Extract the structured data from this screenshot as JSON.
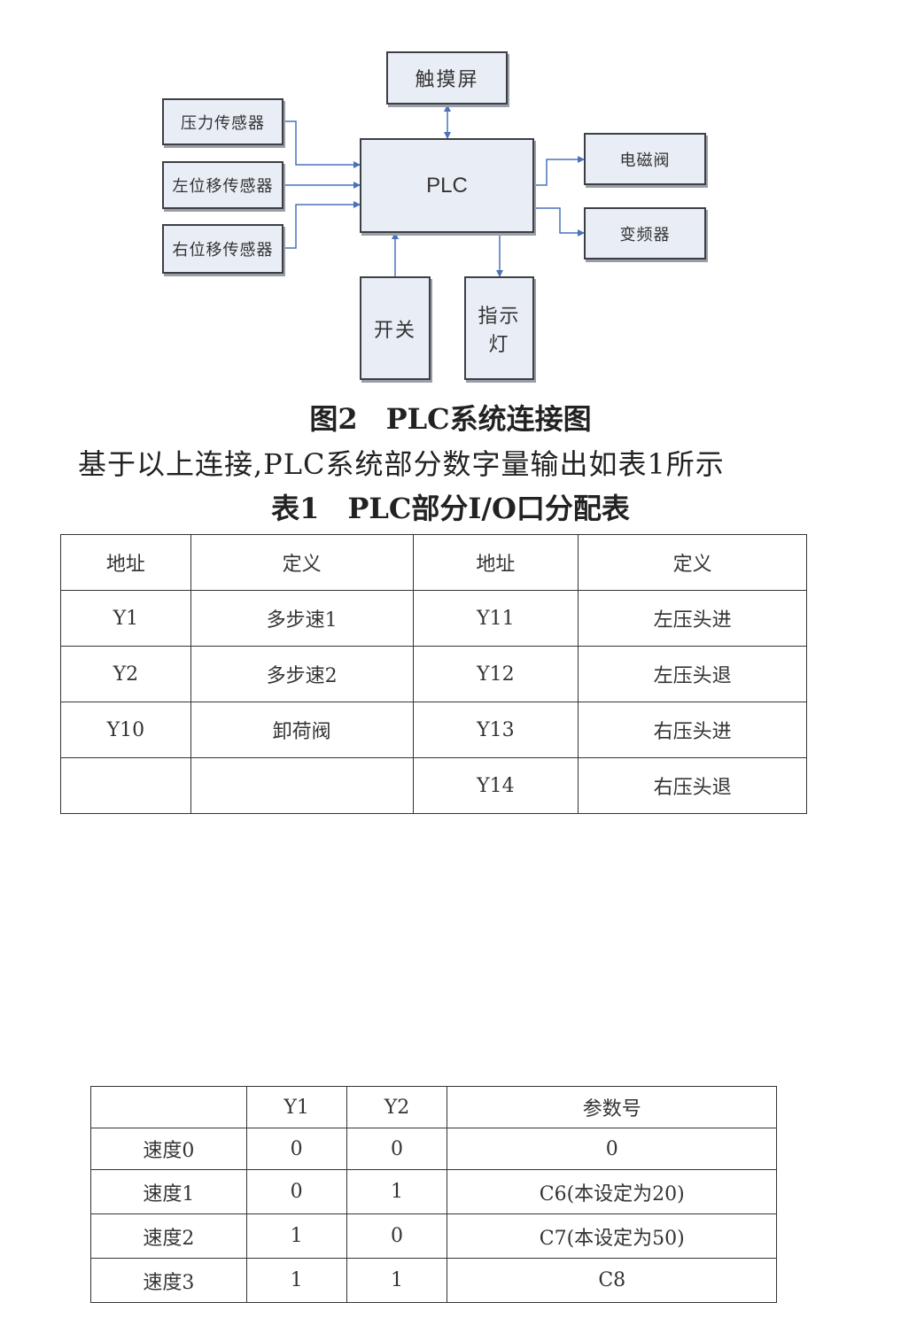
{
  "diagram": {
    "touchscreen": "触摸屏",
    "pressure_sensor": "压力传感器",
    "left_displacement_sensor": "左位移传感器",
    "right_displacement_sensor": "右位移传感器",
    "plc": "PLC",
    "solenoid_valve": "电磁阀",
    "inverter": "变频器",
    "switch": "开关",
    "indicator_line1": "指示",
    "indicator_line2": "灯"
  },
  "figure_caption": "图2　PLC系统连接图",
  "paragraph": "基于以上连接,PLC系统部分数字量输出如表1所示",
  "table1_caption": "表1　PLC部分I/O口分配表",
  "table1": {
    "headers": [
      "地址",
      "定义",
      "地址",
      "定义"
    ],
    "rows": [
      [
        "Y1",
        "多步速1",
        "Y11",
        "左压头进"
      ],
      [
        "Y2",
        "多步速2",
        "Y12",
        "左压头退"
      ],
      [
        "Y10",
        "卸荷阀",
        "Y13",
        "右压头进"
      ],
      [
        "",
        "",
        "Y14",
        "右压头退"
      ]
    ]
  },
  "table2": {
    "headers": [
      "",
      "Y1",
      "Y2",
      "参数号"
    ],
    "rows": [
      [
        "速度0",
        "0",
        "0",
        "0"
      ],
      [
        "速度1",
        "0",
        "1",
        "C6(本设定为20)"
      ],
      [
        "速度2",
        "1",
        "0",
        "C7(本设定为50)"
      ],
      [
        "速度3",
        "1",
        "1",
        "C8"
      ]
    ]
  }
}
